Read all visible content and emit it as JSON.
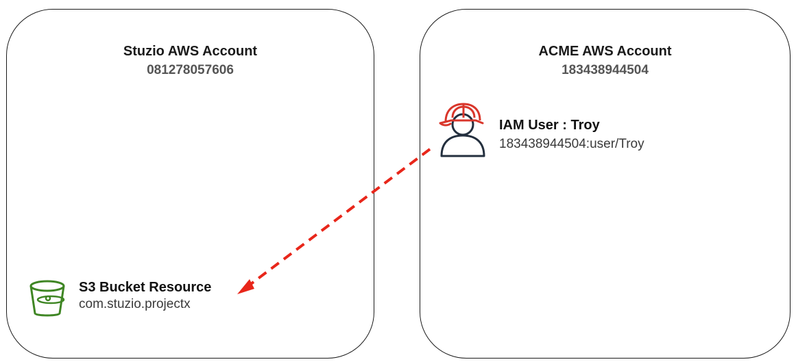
{
  "accounts": {
    "stuzio": {
      "title": "Stuzio AWS Account",
      "id": "081278057606"
    },
    "acme": {
      "title": "ACME AWS Account",
      "id": "183438944504"
    }
  },
  "nodes": {
    "iam_user": {
      "label": "IAM User : Troy",
      "arn": "183438944504:user/Troy",
      "icon": "iam-user-icon"
    },
    "s3_bucket": {
      "label": "S3 Bucket Resource",
      "name": "com.stuzio.projectx",
      "icon": "s3-bucket-icon"
    }
  },
  "colors": {
    "arrow": "#e8261a",
    "bucket": "#3f8624",
    "hat": "#d9362b",
    "user": "#232f3e"
  }
}
